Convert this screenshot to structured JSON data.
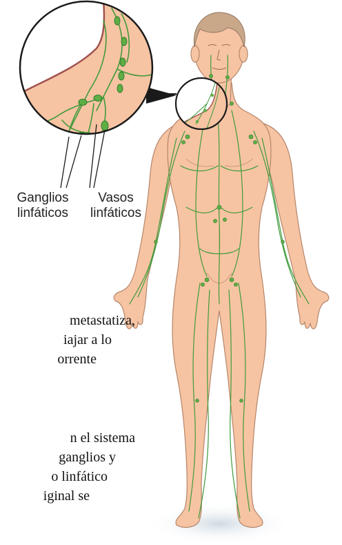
{
  "callouts": {
    "nodes_label": [
      "Ganglios",
      "linfáticos"
    ],
    "vessels_label": [
      "Vasos",
      "linfáticos"
    ]
  },
  "body_text": {
    "paragraph_1": [
      "metastatiza,",
      "iajar a lo",
      "orrente"
    ],
    "paragraph_2": [
      "n el sistema",
      "ganglios y",
      "o linfático",
      "iginal se"
    ]
  },
  "colors": {
    "skin": "#f6c4a3",
    "skin_outline": "#b4856a",
    "lymph_vessel": "#3f9a3a",
    "lymph_node": "#5fae45",
    "hair": "#c9a88a",
    "shadow": "#d9e2ea",
    "inset_outline": "#1a1a1a",
    "inset_edge": "#a0524f"
  },
  "icons": [
    "magnifier-inset",
    "lymph-node",
    "human-figure"
  ]
}
